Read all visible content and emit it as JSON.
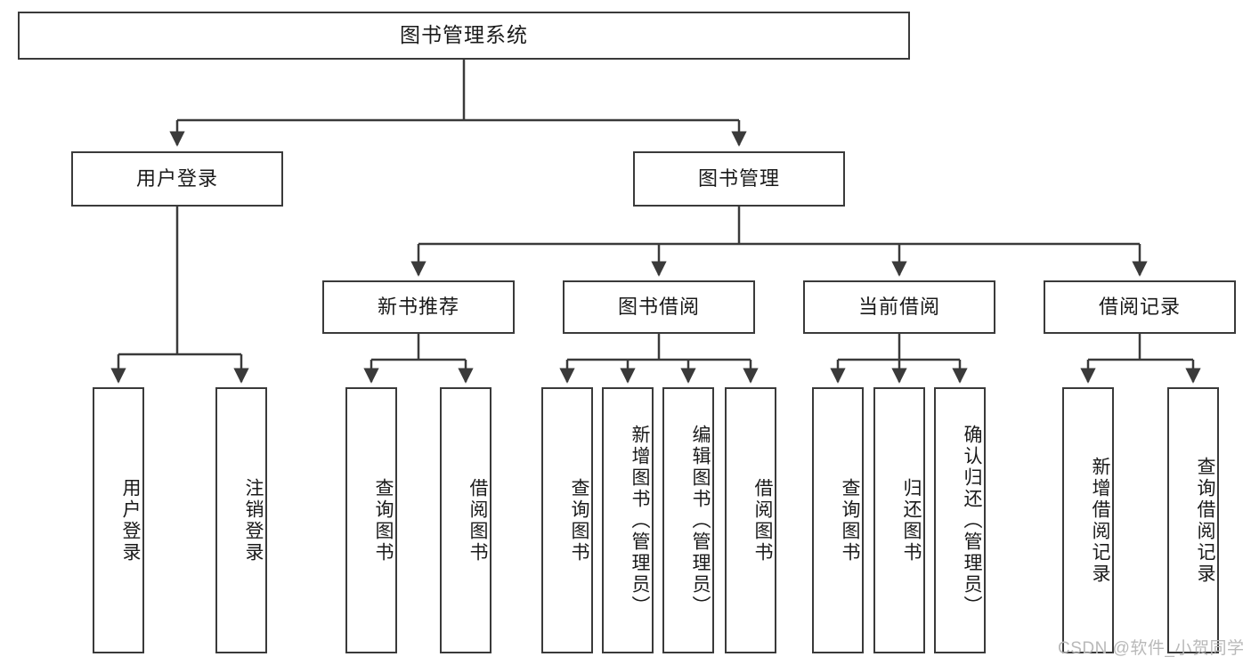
{
  "diagram": {
    "type": "tree",
    "title": "图书管理系统",
    "orientation": "top-down",
    "colors": {
      "box_border": "#3a3a3a",
      "box_fill": "#ffffff",
      "edge": "#3a3a3a",
      "text": "#1a1a1a",
      "watermark": "#b9b9b9",
      "background": "#ffffff"
    }
  },
  "root": {
    "label": "图书管理系统"
  },
  "level2": [
    {
      "label": "用户登录"
    },
    {
      "label": "图书管理"
    }
  ],
  "level3": [
    {
      "label": "新书推荐"
    },
    {
      "label": "图书借阅"
    },
    {
      "label": "当前借阅"
    },
    {
      "label": "借阅记录"
    }
  ],
  "leaves": {
    "user_login": [
      {
        "label": "用户登录"
      },
      {
        "label": "注销登录"
      }
    ],
    "new_book": [
      {
        "label": "查询图书"
      },
      {
        "label": "借阅图书"
      }
    ],
    "book_borrow": [
      {
        "label": "查询图书"
      },
      {
        "label": "新增图书（管理员）"
      },
      {
        "label": "编辑图书（管理员）"
      },
      {
        "label": "借阅图书"
      }
    ],
    "current_borrow": [
      {
        "label": "查询图书"
      },
      {
        "label": "归还图书"
      },
      {
        "label": "确认归还（管理员）"
      }
    ],
    "borrow_record": [
      {
        "label": "新增借阅记录"
      },
      {
        "label": "查询借阅记录"
      }
    ]
  },
  "watermark": {
    "text": "CSDN @软件_小贺同学"
  }
}
